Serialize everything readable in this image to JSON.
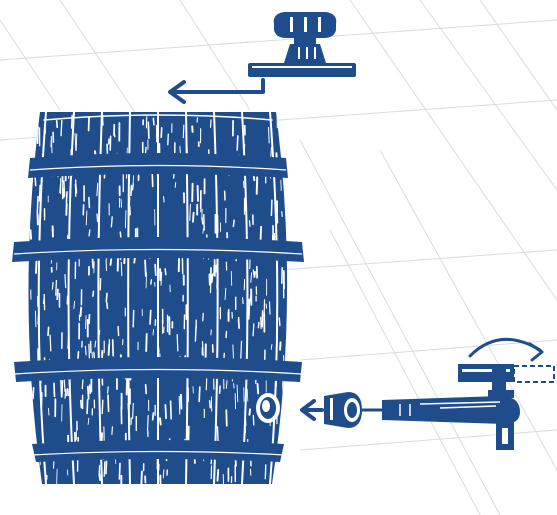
{
  "illustration": {
    "colors": {
      "ink": "#1f4d8c",
      "paper": "#ffffff",
      "grid": "#d9dbe2"
    },
    "parts": [
      {
        "name": "cask-barrel",
        "icon": "barrel-icon"
      },
      {
        "name": "shive-bung",
        "icon": "bung-icon"
      },
      {
        "name": "keystone-plug",
        "icon": "plug-icon"
      },
      {
        "name": "beer-tap",
        "icon": "tap-icon"
      }
    ],
    "arrows": [
      {
        "name": "bung-removal-arrow",
        "direction": "left"
      },
      {
        "name": "plug-removal-arrow",
        "direction": "left"
      },
      {
        "name": "tap-turn-arrow",
        "direction": "clockwise"
      }
    ]
  }
}
